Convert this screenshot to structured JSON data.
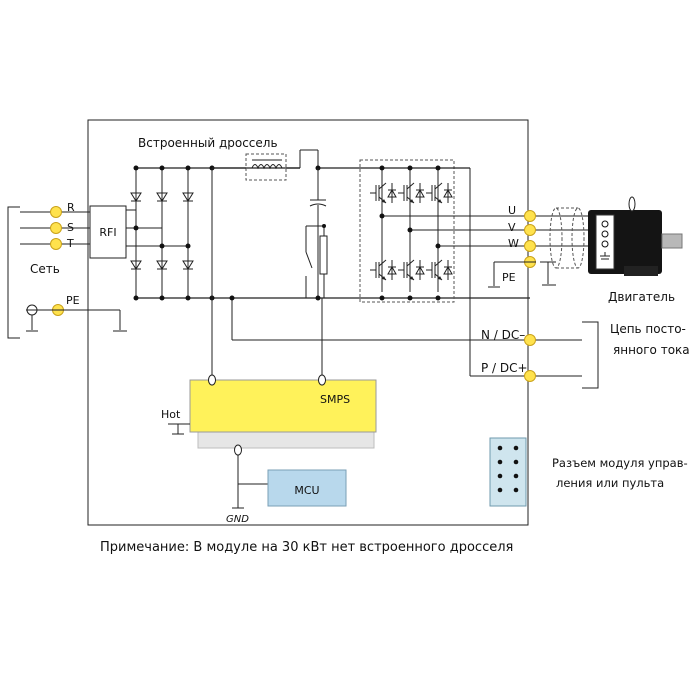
{
  "labels": {
    "choke": "Встроенный дроссель",
    "mains": "Сеть",
    "r": "R",
    "s": "S",
    "t": "T",
    "pe_in": "PE",
    "rfi": "RFI",
    "u": "U",
    "v": "V",
    "w": "W",
    "pe_out": "PE",
    "motor": "Двигатель",
    "dc_neg": "N / DC–",
    "dc_pos": "P / DC+",
    "dc_circuit_line1": "Цепь посто-",
    "dc_circuit_line2": "янного тока",
    "smps": "SMPS",
    "hot": "Hot",
    "mcu": "MCU",
    "gnd": "GND",
    "connector_line1": "Разъем модуля управ-",
    "connector_line2": "ления или пульта",
    "note": "Примечание: В модуле на 30 кВт нет встроенного дросселя"
  },
  "colors": {
    "terminal": "#ffe24d",
    "smps_fill": "#fff25a",
    "mcu_fill": "#b8d8ec",
    "connector_fill": "#cfe5ee",
    "motor_body": "#141414"
  }
}
